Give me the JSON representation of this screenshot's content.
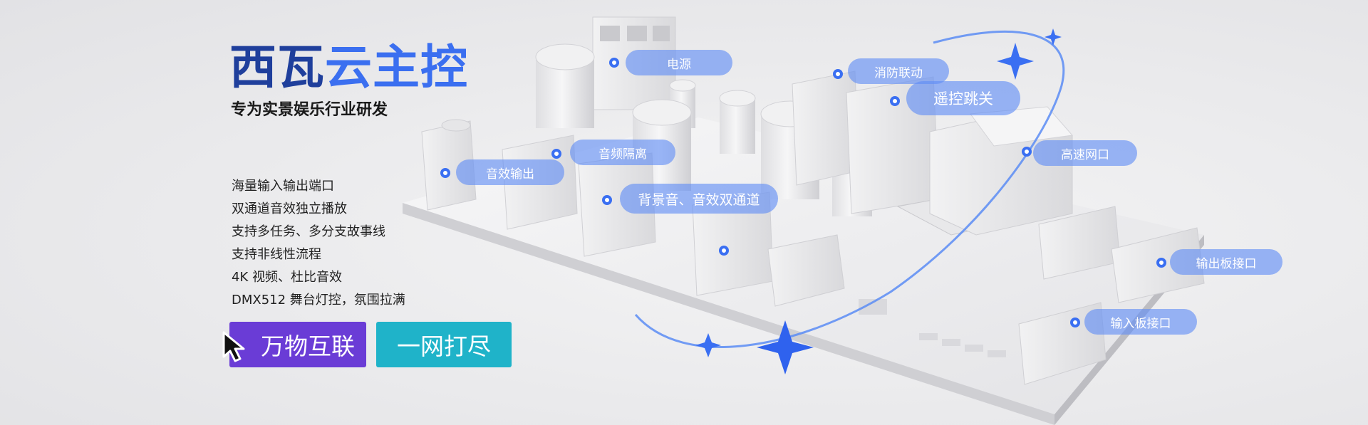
{
  "title": {
    "part1": "西瓦",
    "part2": "云主控"
  },
  "subtitle": "专为实景娱乐行业研发",
  "features": [
    "海量输入输出端口",
    "双通道音效独立播放",
    "支持多任务、多分支故事线",
    "支持非线性流程",
    "4K 视频、杜比音效",
    "DMX512 舞台灯控，氛围拉满"
  ],
  "buttons": {
    "primary": "万物互联",
    "secondary": "一网打尽"
  },
  "tags": {
    "power": "电源",
    "fire": "消防联动",
    "remote": "遥控跳关",
    "audio_isolation": "音频隔离",
    "sfx_out": "音效输出",
    "network": "高速网口",
    "bg_audio": "背景音、音效双通道",
    "output_board": "输出板接口",
    "input_board": "输入板接口"
  },
  "colors": {
    "title_dark": "#1f3f9c",
    "title_blue": "#3b6ff0",
    "btn_purple": "#6a3cd6",
    "btn_cyan": "#1fb3c9",
    "accent": "#3a6ff2"
  }
}
